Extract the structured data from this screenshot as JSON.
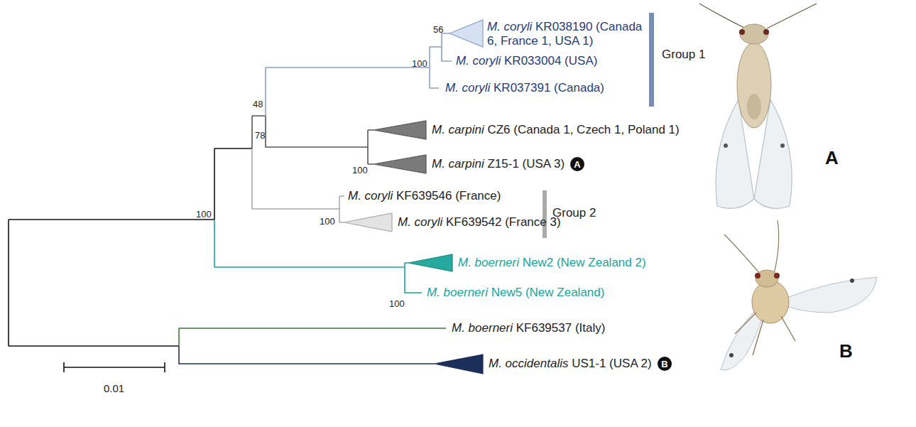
{
  "diagram": {
    "nodes": [
      {
        "text": [
          "A"
        ]
      },
      {
        "text": [
          "B"
        ]
      }
    ],
    "labels": [
      "56",
      "M. coryli KR038190 (Canada 6, France 1, USA 1)",
      "100",
      "M. coryli KR033004 (USA)",
      "Group 1",
      "M. coryli KR037391 (Canada)",
      "48",
      "M. carpini CZ6 (Canada 1, Czech 1, Poland 1)",
      "78",
      "100",
      "M. carpini Z15-1 (USA 3)",
      "A",
      "100",
      "M. coryli KF639546 (France)",
      "Group 2",
      "100",
      "M. coryli KF639542 (France 3)",
      "M. boerneri New2 (New Zealand 2)",
      "100",
      "M. boerneri New5 (New Zealand)",
      "B",
      "M. boerneri KF639537 (Italy)",
      "M. occidentalis US1-1 (USA 2)",
      "0.01"
    ]
  }
}
